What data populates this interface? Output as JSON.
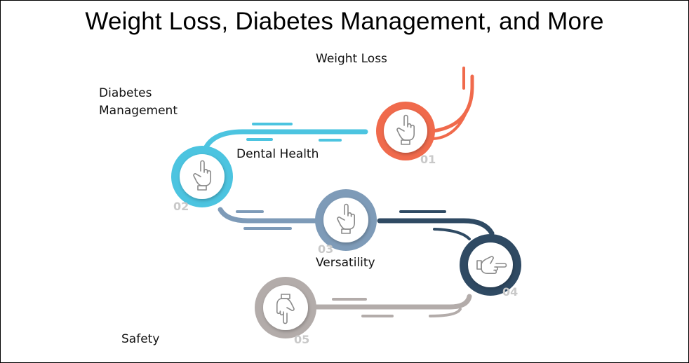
{
  "title": "Weight Loss, Diabetes Management, and More",
  "colors": {
    "step_01": "#f06a4c",
    "step_02": "#4cc4e0",
    "step_03": "#7e9bb8",
    "step_04": "#2f4a63",
    "step_05": "#b3acaa",
    "number": "#c9c9c9"
  },
  "steps": [
    {
      "number": "01",
      "label": "Weight Loss",
      "icon": "pointing-hand-down-icon"
    },
    {
      "number": "02",
      "label": "Diabetes\nManagement",
      "icon": "pointing-hand-down-icon"
    },
    {
      "number": "03",
      "label": "Dental Health",
      "icon": "pointing-hand-down-icon"
    },
    {
      "number": "04",
      "label": "Versatility",
      "icon": "pointing-hand-left-icon"
    },
    {
      "number": "05",
      "label": "Safety",
      "icon": "pointing-hand-up-icon"
    }
  ]
}
